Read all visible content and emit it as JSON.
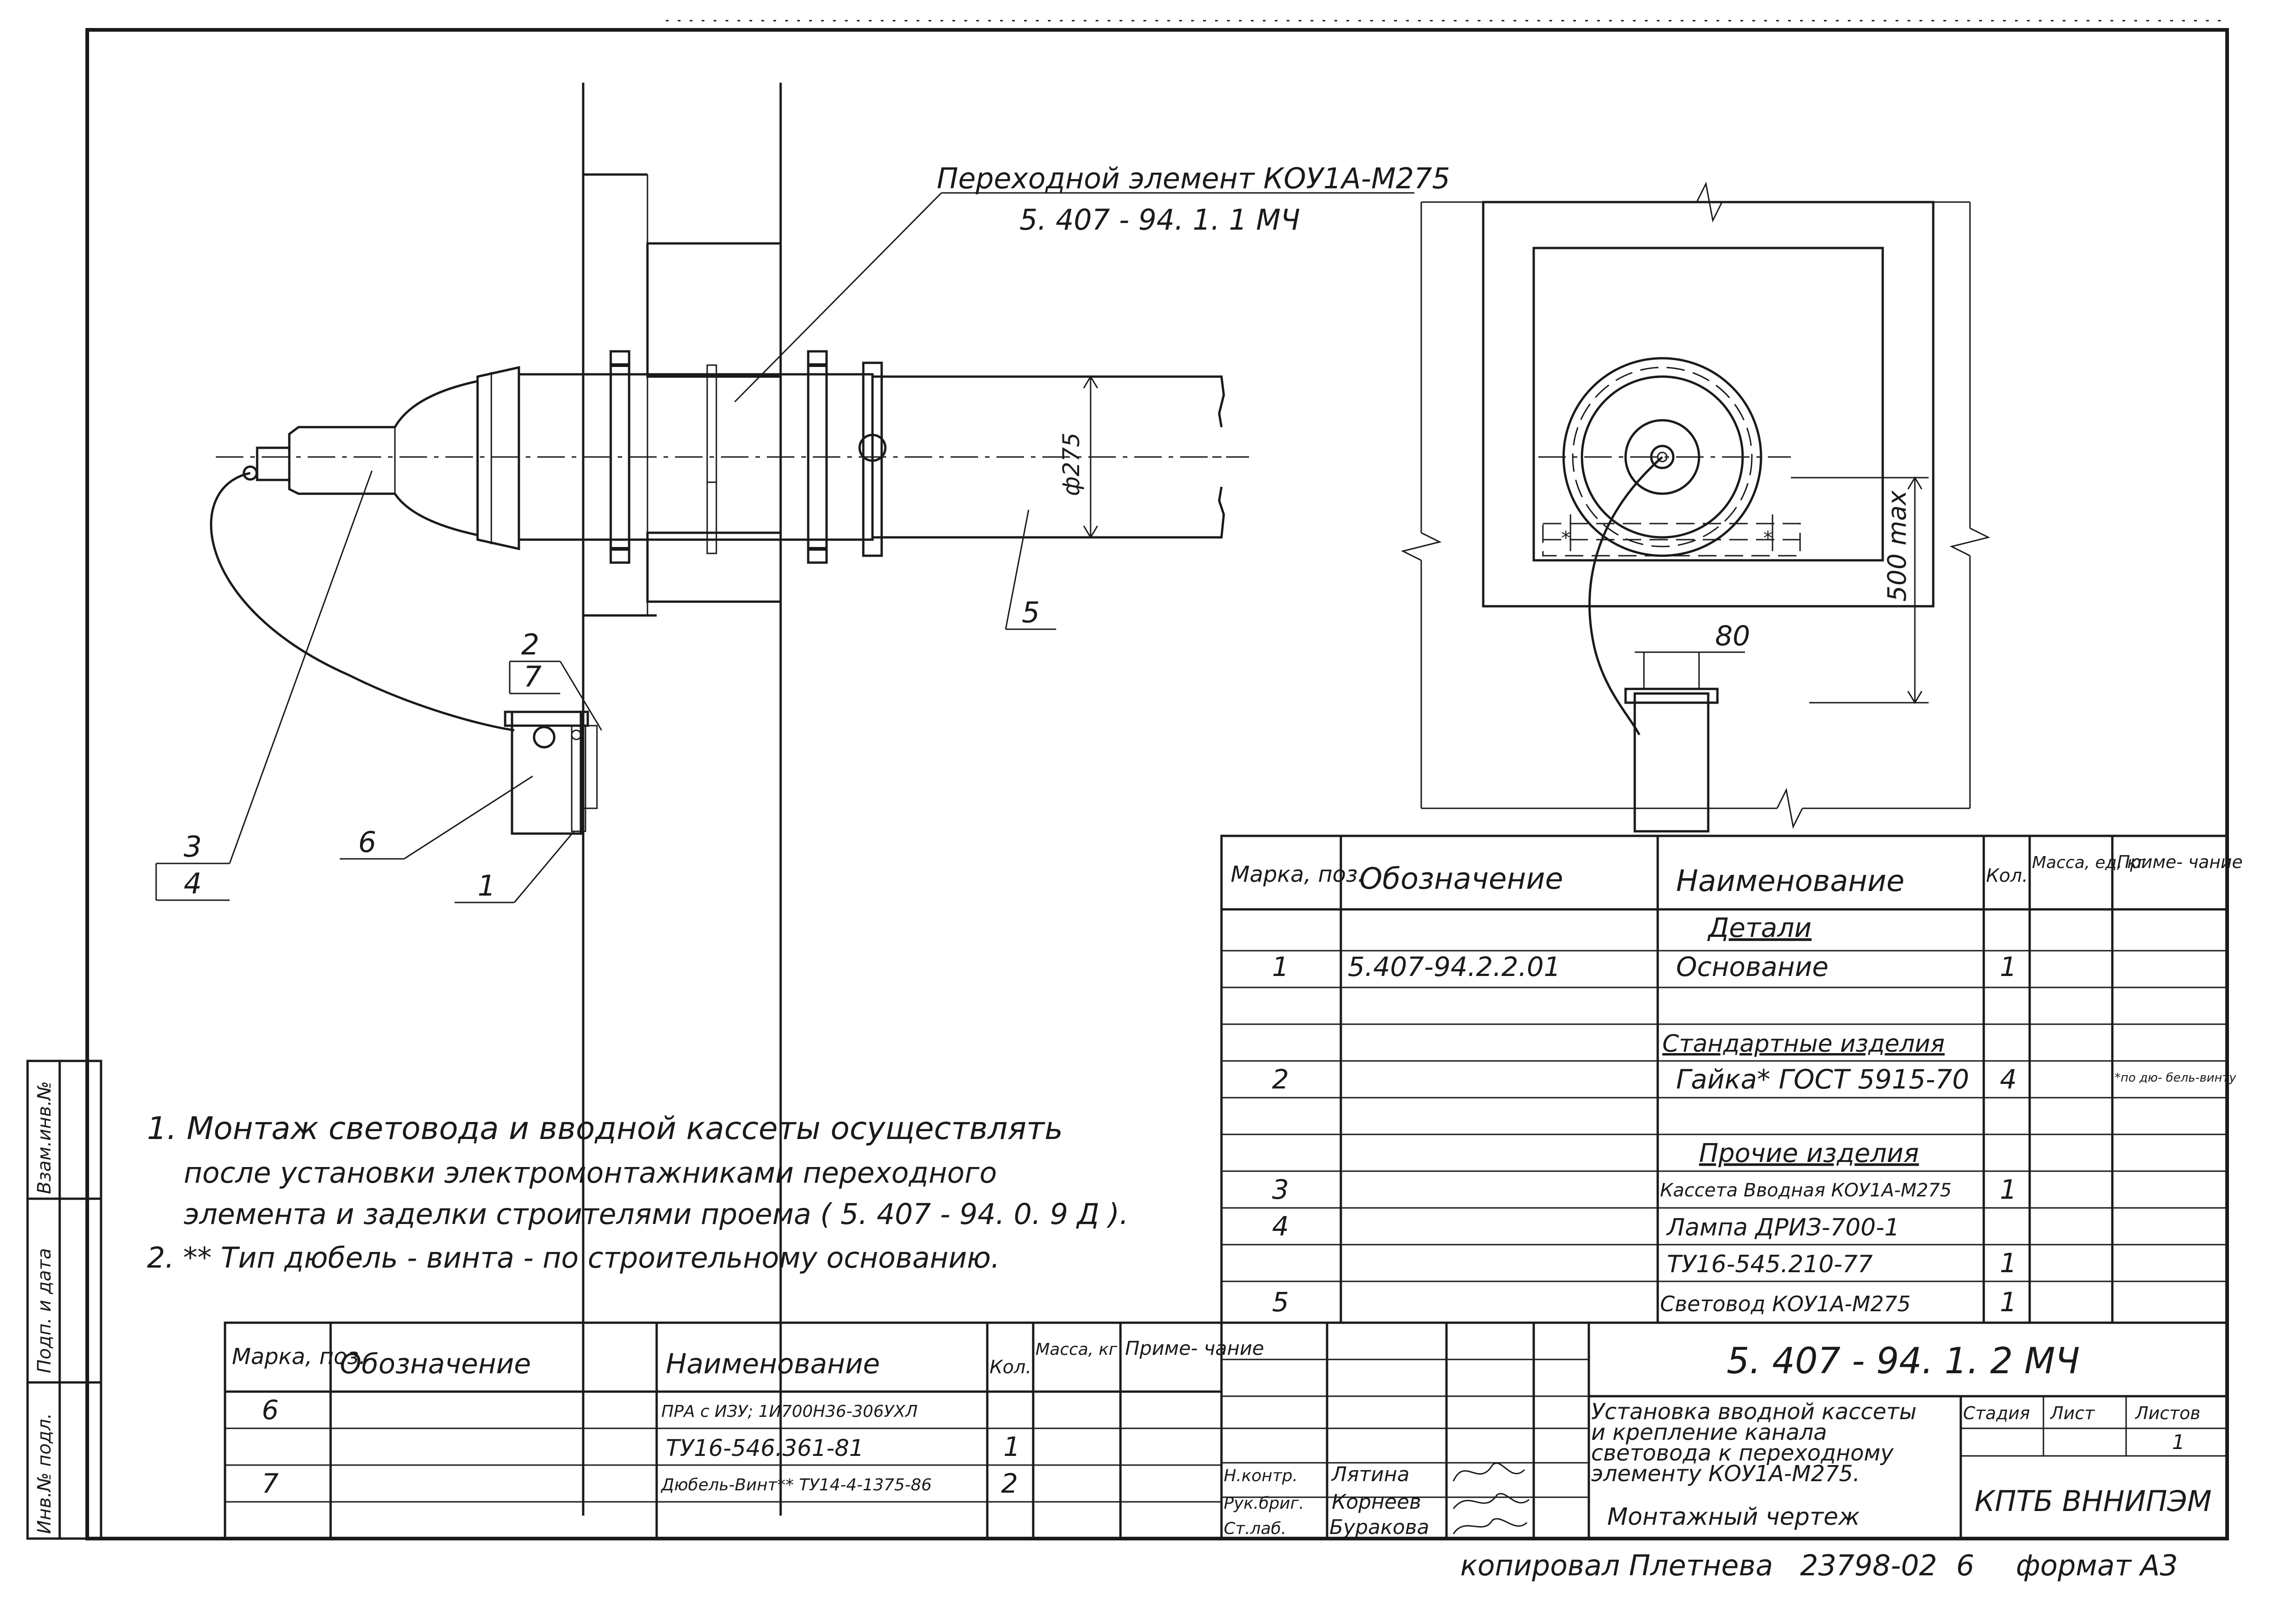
{
  "callouts": {
    "transition_element": "Переходной элемент КОУ1А-М275",
    "transition_doc": "5. 407 - 94. 1. 1 МЧ",
    "diameter": "ф275",
    "dim_500": "500 max",
    "dim_80": "80",
    "pos_1": "1",
    "pos_2": "2",
    "pos_3": "3",
    "pos_4": "4",
    "pos_5": "5",
    "pos_6": "6",
    "pos_7": "7"
  },
  "notes": [
    "1. Монтаж световода и вводной кассеты осуществлять",
    "после установки электромонтажниками переходного",
    "элемента и заделки строителями проема ( 5. 407 - 94. 0. 9 Д ).",
    "2. ** Тип дюбель - винта - по строительному основанию."
  ],
  "spec_main": {
    "headers": [
      "Марка, поз.",
      "Обозначение",
      "Наименование",
      "Кол.",
      "Масса, ед, кг",
      "Приме- чание"
    ],
    "rows": [
      {
        "mark": "",
        "code": "",
        "name": "Детали",
        "qty": "",
        "note": ""
      },
      {
        "mark": "1",
        "code": "5.407-94.2.2.01",
        "name": "Основание",
        "qty": "1",
        "note": ""
      },
      {
        "mark": "",
        "code": "",
        "name": "",
        "qty": "",
        "note": ""
      },
      {
        "mark": "",
        "code": "",
        "name": "Стандартные изделия",
        "qty": "",
        "note": ""
      },
      {
        "mark": "2",
        "code": "",
        "name": "Гайка* ГОСТ 5915-70",
        "qty": "4",
        "note": "*по дю- бель-винту"
      },
      {
        "mark": "",
        "code": "",
        "name": "",
        "qty": "",
        "note": ""
      },
      {
        "mark": "",
        "code": "",
        "name": "Прочие изделия",
        "qty": "",
        "note": ""
      },
      {
        "mark": "3",
        "code": "",
        "name": "Кассета Вводная КОУ1А-М275",
        "qty": "1",
        "note": ""
      },
      {
        "mark": "4",
        "code": "",
        "name": "Лампа ДРИЗ-700-1",
        "qty": "",
        "note": ""
      },
      {
        "mark": "",
        "code": "",
        "name": "ТУ16-545.210-77",
        "qty": "1",
        "note": ""
      },
      {
        "mark": "5",
        "code": "",
        "name": "Световод КОУ1А-М275",
        "qty": "1",
        "note": ""
      }
    ]
  },
  "spec_small": {
    "headers": [
      "Марка, поз.",
      "Обозначение",
      "Наименование",
      "Кол.",
      "Масса, кг",
      "Приме- чание"
    ],
    "rows": [
      {
        "mark": "6",
        "code": "",
        "name": "ПРА с ИЗУ; 1И700Н36-306УХЛ",
        "qty": ""
      },
      {
        "mark": "",
        "code": "",
        "name": "ТУ16-546.361-81",
        "qty": "1"
      },
      {
        "mark": "7",
        "code": "",
        "name": "Дюбель-Винт** ТУ14-4-1375-86",
        "qty": "2"
      }
    ]
  },
  "title_block": {
    "doc_code": "5. 407 - 94. 1. 2 МЧ",
    "title_lines": [
      "Установка вводной кассеты",
      "и крепление канала",
      "световода к переходному",
      "элементу КОУ1А-М275."
    ],
    "drawing_type": "Монтажный чертеж",
    "stage_label": "Стадия",
    "sheet_label": "Лист",
    "sheets_label": "Листов",
    "sheets_value": "1",
    "org": "КПТБ ВННИПЭМ",
    "roles": [
      "Н.контр.",
      "Рук.бриг.",
      "Ст.лаб."
    ],
    "names": [
      "Лятина",
      "Корнеев",
      "Буракова"
    ]
  },
  "side_stamp": [
    "Инв.№ подл.",
    "Подп. и дата",
    "Взам.инв.№"
  ],
  "footer": {
    "copied": "копировал Плетнева",
    "order": "23798-02",
    "sheet_no": "6",
    "format": "формат А3"
  }
}
